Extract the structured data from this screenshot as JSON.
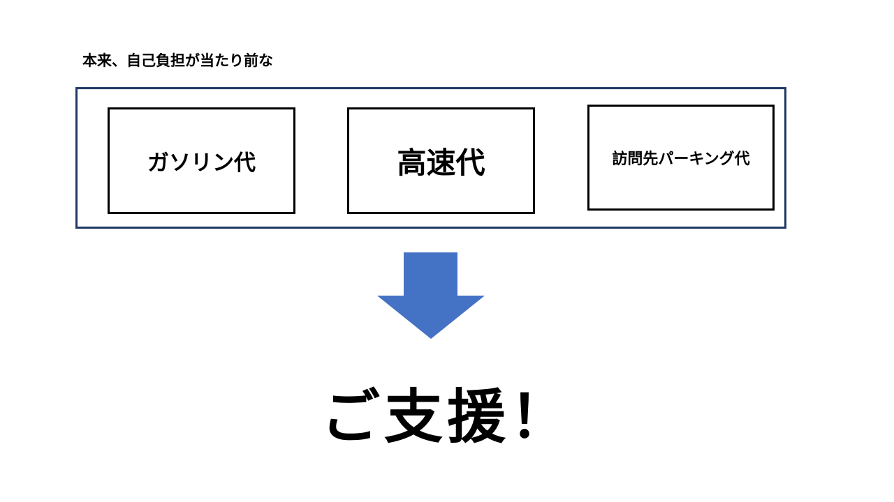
{
  "slide": {
    "caption": "本来、自己負担が当たり前な",
    "cost_items": [
      {
        "label": "ガソリン代"
      },
      {
        "label": "高速代"
      },
      {
        "label": "訪問先パーキング代"
      }
    ],
    "arrow_icon": "down-arrow-icon",
    "headline": "ご支援！",
    "colors": {
      "frame_border": "#1f3864",
      "arrow_fill": "#4472c4",
      "text": "#000000",
      "box_border": "#000000"
    }
  }
}
